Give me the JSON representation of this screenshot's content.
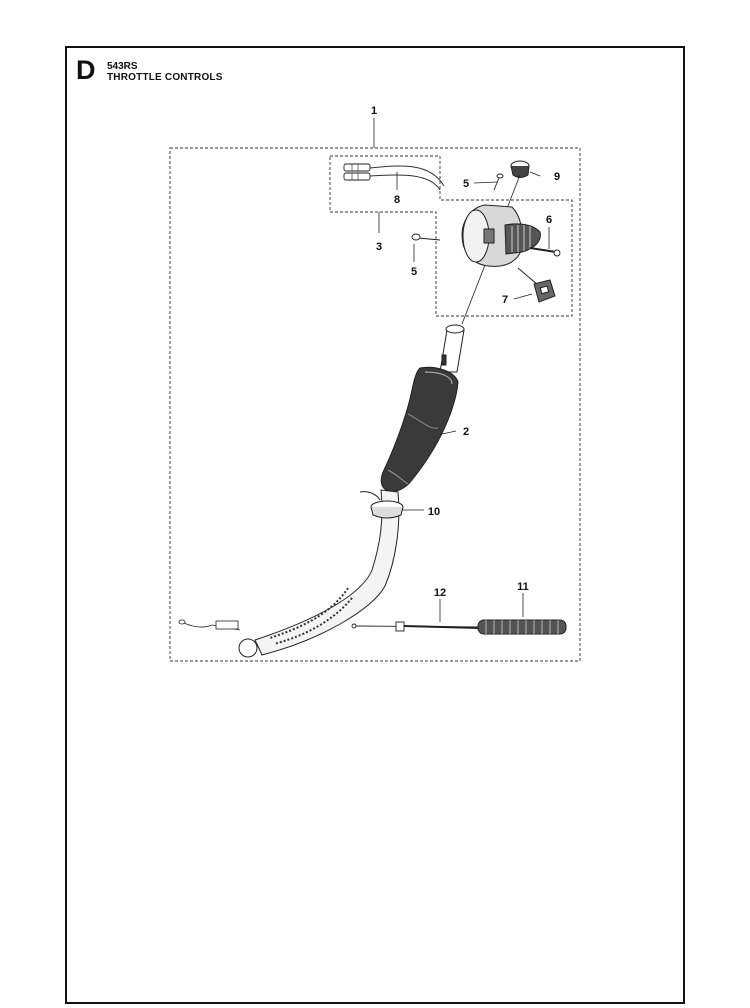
{
  "section": "D",
  "model": "543RS",
  "title": "THROTTLE CONTROLS",
  "callouts": [
    "1",
    "2",
    "3",
    "5",
    "5",
    "6",
    "7",
    "8",
    "9",
    "10",
    "11",
    "12"
  ]
}
